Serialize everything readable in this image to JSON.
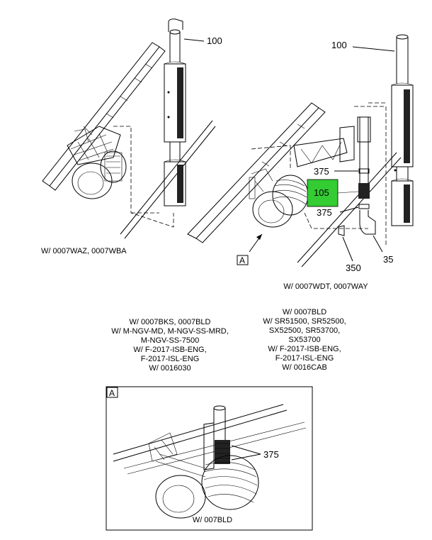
{
  "callouts": {
    "left_100": "100",
    "right_100": "100",
    "c375_top": "375",
    "c105": "105",
    "c375_bottom": "375",
    "c35": "35",
    "c350": "350",
    "detail_ref": "A",
    "detail_label": "A",
    "detail_375": "375"
  },
  "captions": {
    "left_view": "W/ 0007WAZ, 0007WBA",
    "right_view": "W/ 0007WDT, 0007WAY",
    "left_notes": "W/ 0007BKS, 0007BLD\nW/ M-NGV-MD, M-NGV-SS-MRD,\nM-NGV-SS-7500\nW/ F-2017-ISB-ENG,\nF-2017-ISL-ENG\nW/ 0016030",
    "right_notes": "W/ 0007BLD\nW/ SR51500, SR52500,\nSX52500, SR53700,\nSX53700\nW/ F-2017-ISB-ENG,\nF-2017-ISL-ENG\nW/ 0016CAB",
    "detail_caption": "W/ 007BLD"
  },
  "colors": {
    "highlight": "#33cc33"
  }
}
